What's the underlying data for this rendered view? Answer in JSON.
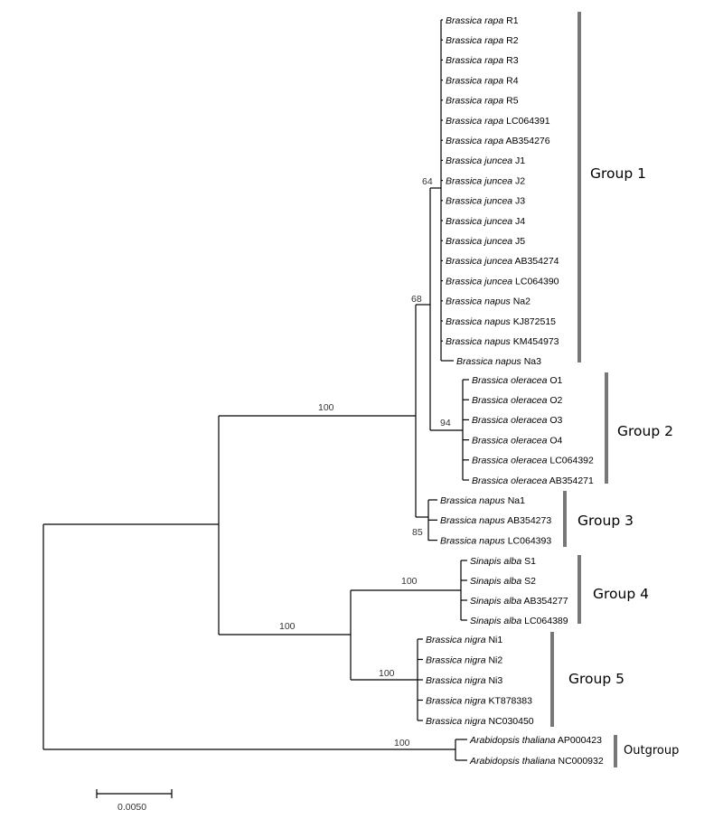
{
  "taxa": [
    {
      "genus": "Brassica rapa",
      "id": "R1"
    },
    {
      "genus": "Brassica rapa",
      "id": "R2"
    },
    {
      "genus": "Brassica rapa",
      "id": "R3"
    },
    {
      "genus": "Brassica rapa",
      "id": "R4"
    },
    {
      "genus": "Brassica rapa",
      "id": "R5"
    },
    {
      "genus": "Brassica rapa",
      "id": "LC064391"
    },
    {
      "genus": "Brassica rapa",
      "id": "AB354276"
    },
    {
      "genus": "Brassica juncea",
      "id": "J1"
    },
    {
      "genus": "Brassica juncea",
      "id": "J2"
    },
    {
      "genus": "Brassica juncea",
      "id": "J3"
    },
    {
      "genus": "Brassica juncea",
      "id": "J4"
    },
    {
      "genus": "Brassica juncea",
      "id": "J5"
    },
    {
      "genus": "Brassica juncea",
      "id": "AB354274"
    },
    {
      "genus": "Brassica juncea",
      "id": "LC064390"
    },
    {
      "genus": "Brassica napus",
      "id": "Na2"
    },
    {
      "genus": "Brassica napus",
      "id": "KJ872515"
    },
    {
      "genus": "Brassica napus",
      "id": "KM454973"
    },
    {
      "genus": "Brassica napus",
      "id": "Na3"
    },
    {
      "genus": "Brassica oleracea",
      "id": "O1"
    },
    {
      "genus": "Brassica oleracea",
      "id": "O2"
    },
    {
      "genus": "Brassica oleracea",
      "id": "O3"
    },
    {
      "genus": "Brassica oleracea",
      "id": "O4"
    },
    {
      "genus": "Brassica oleracea",
      "id": "LC064392"
    },
    {
      "genus": "Brassica oleracea",
      "id": "AB354271"
    },
    {
      "genus": "Brassica napus",
      "id": "Na1"
    },
    {
      "genus": "Brassica napus",
      "id": "AB354273"
    },
    {
      "genus": "Brassica napus",
      "id": "LC064393"
    },
    {
      "genus": "Sinapis alba",
      "id": "S1"
    },
    {
      "genus": "Sinapis alba",
      "id": "S2"
    },
    {
      "genus": "Sinapis alba",
      "id": "AB354277"
    },
    {
      "genus": "Sinapis alba",
      "id": "LC064389"
    },
    {
      "genus": "Brassica nigra",
      "id": "Ni1"
    },
    {
      "genus": "Brassica nigra",
      "id": "Ni2"
    },
    {
      "genus": "Brassica nigra",
      "id": "Ni3"
    },
    {
      "genus": "Brassica nigra",
      "id": "KT878383"
    },
    {
      "genus": "Brassica nigra",
      "id": "NC030450"
    },
    {
      "genus": "Arabidopsis thaliana",
      "id": "AP000423"
    },
    {
      "genus": "Arabidopsis thaliana",
      "id": "NC000932"
    }
  ],
  "bootstrap": {
    "root_ingroup": "100",
    "group1_3": "68",
    "group1": "64",
    "group2": "94",
    "group3": "85",
    "group4_5": "100",
    "group4": "100",
    "group5": "100",
    "outgroup": "100"
  },
  "groups": {
    "g1": "Group 1",
    "g2": "Group 2",
    "g3": "Group 3",
    "g4": "Group 4",
    "g5": "Group 5",
    "out": "Outgroup"
  },
  "scale_bar": {
    "label": "0.0050"
  },
  "colors": {
    "branch": "#000000",
    "group_bar": "#777777"
  }
}
